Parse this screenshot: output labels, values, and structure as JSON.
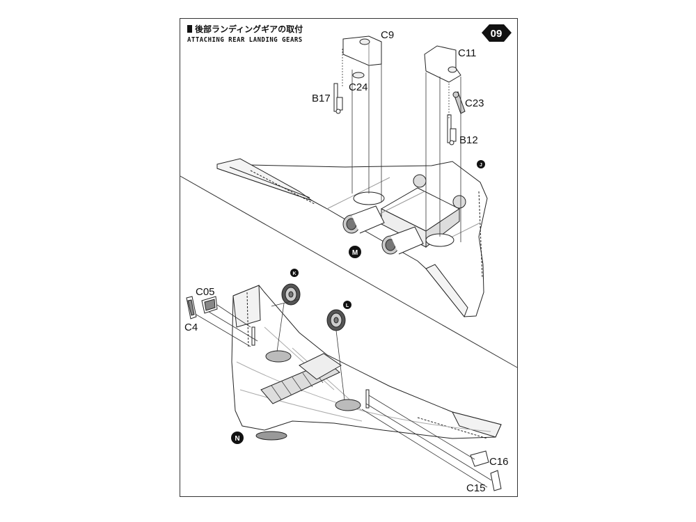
{
  "step": {
    "number": "09",
    "title_jp": "後部ランディングギアの取付",
    "title_en": "ATTACHING REAR LANDING GEARS"
  },
  "parts": {
    "c9": "C9",
    "c24": "C24",
    "b17": "B17",
    "c11": "C11",
    "c23": "C23",
    "b12": "B12",
    "c05": "C05",
    "c4": "C4",
    "c16": "C16",
    "c15": "C15"
  },
  "callouts": {
    "j": "J",
    "m": "M",
    "k": "K",
    "l": "L",
    "n": "N"
  }
}
